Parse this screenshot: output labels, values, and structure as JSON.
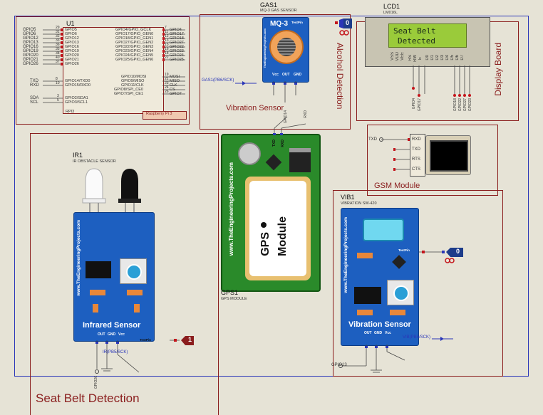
{
  "blocks": {
    "seat_belt": "Seat Belt Detection",
    "alcohol": "Alcohol Detection",
    "display": "Display Board",
    "gsm": "GSM Module",
    "vibration": "Vibration Sensor"
  },
  "rpi": {
    "ref": "U1",
    "part": "RPI3",
    "board_label": "Raspberry Pi 3",
    "left_pins": [
      "GPIO5",
      "GPIO6",
      "GPIO12",
      "GPIO13",
      "GPIO16",
      "GPIO19",
      "GPIO20",
      "GPIO21",
      "GPIO26"
    ],
    "left_pin_nums": [
      "29",
      "31",
      "32",
      "33",
      "36",
      "35",
      "38",
      "40",
      "37"
    ],
    "left_inner": [
      "GPIO5",
      "GPIO6",
      "GPIO12",
      "GPIO13",
      "GPIO16",
      "GPIO19",
      "GPIO20",
      "GPIO21",
      "GPIO26"
    ],
    "right_inner": [
      "GPIO4/GPIO_GCLK",
      "GPIO17/GPIO_GEN0",
      "GPIO18/GPIO_GEN1",
      "GPIO27/GPIO_GEN2",
      "GPIO22/GPIO_GEN3",
      "GPIO23/GPIO_GEN4",
      "GPIO24/GPIO_GEN5",
      "GPIO25/GPIO_GEN6"
    ],
    "right_pin_nums": [
      "7",
      "11",
      "12",
      "13",
      "15",
      "16",
      "18",
      "22"
    ],
    "right_pins": [
      "GPIO4",
      "GPIO17",
      "GPIO18",
      "GPIO27",
      "GPIO22",
      "GPIO23",
      "GPIO24",
      "GPIO25"
    ],
    "uart_left": [
      "TXD",
      "RXD"
    ],
    "uart_nums": [
      "8",
      "10"
    ],
    "uart_inner": [
      "GPIO14/TXD0",
      "GPIO15/RXD0"
    ],
    "i2c_left": [
      "SDA",
      "SCL"
    ],
    "i2c_nums": [
      "3",
      "5"
    ],
    "i2c_inner": [
      "GPIO2/SDA1",
      "GPIO3/SCL1"
    ],
    "spi_inner": [
      "GPIO10/MOSI",
      "GPIO9/MISO",
      "GPIO11/CLK",
      "GPIO8/SPI_CE0",
      "GPIO7/SPI_CE1"
    ],
    "spi_nums": [
      "19",
      "21",
      "23",
      "24",
      "26"
    ],
    "spi_right": [
      "MOSI",
      "MISO",
      "CLK",
      "CS",
      "GPIO7"
    ]
  },
  "gas": {
    "ref": "GAS1",
    "part": "MQ-3 GAS SENSOR",
    "title": "MQ-3",
    "testpin": "TestPin",
    "pins": [
      "Vcc",
      "OUT",
      "GND"
    ],
    "side": "TheEngineeringProjects.com",
    "net": "GAS1(PB6/SCK)",
    "probe": "0"
  },
  "lcd": {
    "ref": "LCD1",
    "part": "LM016L",
    "line1": "Seat Belt",
    "line2": "Detected",
    "pins": [
      "VSS",
      "VDD",
      "VEE",
      "RS",
      "RW",
      "E",
      "D0",
      "D1",
      "D2",
      "D3",
      "D4",
      "D5",
      "D6",
      "D7"
    ],
    "nets_left": [
      "GPIO4",
      "GPIO17"
    ],
    "nets_right": [
      "GPIO18",
      "GPIO22",
      "GPIO27",
      "GPIO23"
    ]
  },
  "gsm": {
    "pins": [
      "RXD",
      "TXD",
      "RTS",
      "CTS"
    ],
    "net": "TXD"
  },
  "gps": {
    "ref": "GPS1",
    "part": "GPS MODULE",
    "title1": "GPS",
    "title2": "Module",
    "side": "www.TheEngineeringProjects.com",
    "pins": [
      "TXD",
      "RXD"
    ],
    "net_rxd": "RXD",
    "net_txd": "GPIO14"
  },
  "ir": {
    "ref": "IR1",
    "part": "IR OBSTACLE SENSOR",
    "title": "Infrared Sensor",
    "side": "www.TheEngineeringProjects.com",
    "pins": [
      "OUT",
      "GND",
      "Vcc"
    ],
    "testpin": "TestPin",
    "net": "IR(PB5/SCK)",
    "net_bottom": "GPIO26",
    "probe": "1"
  },
  "vib": {
    "ref": "VIB1",
    "part": "VIBRATION SW-420",
    "title": "Vibration Sensor",
    "side": "www.TheEngineeringProjects.com",
    "pins": [
      "OUT",
      "GND",
      "Vcc"
    ],
    "testpin": "TestPin",
    "net": "VIB(PB5/SCK)",
    "net_bottom": "GPIO13",
    "probe": "0"
  },
  "colors": {
    "frame": "#8a1d1d",
    "wire_blue": "#2a36b8",
    "pcb_blue": "#1d5fc0",
    "pcb_green": "#2a8a2a",
    "lcd_green": "#9acb3a",
    "probe_red": "#c4161c"
  }
}
